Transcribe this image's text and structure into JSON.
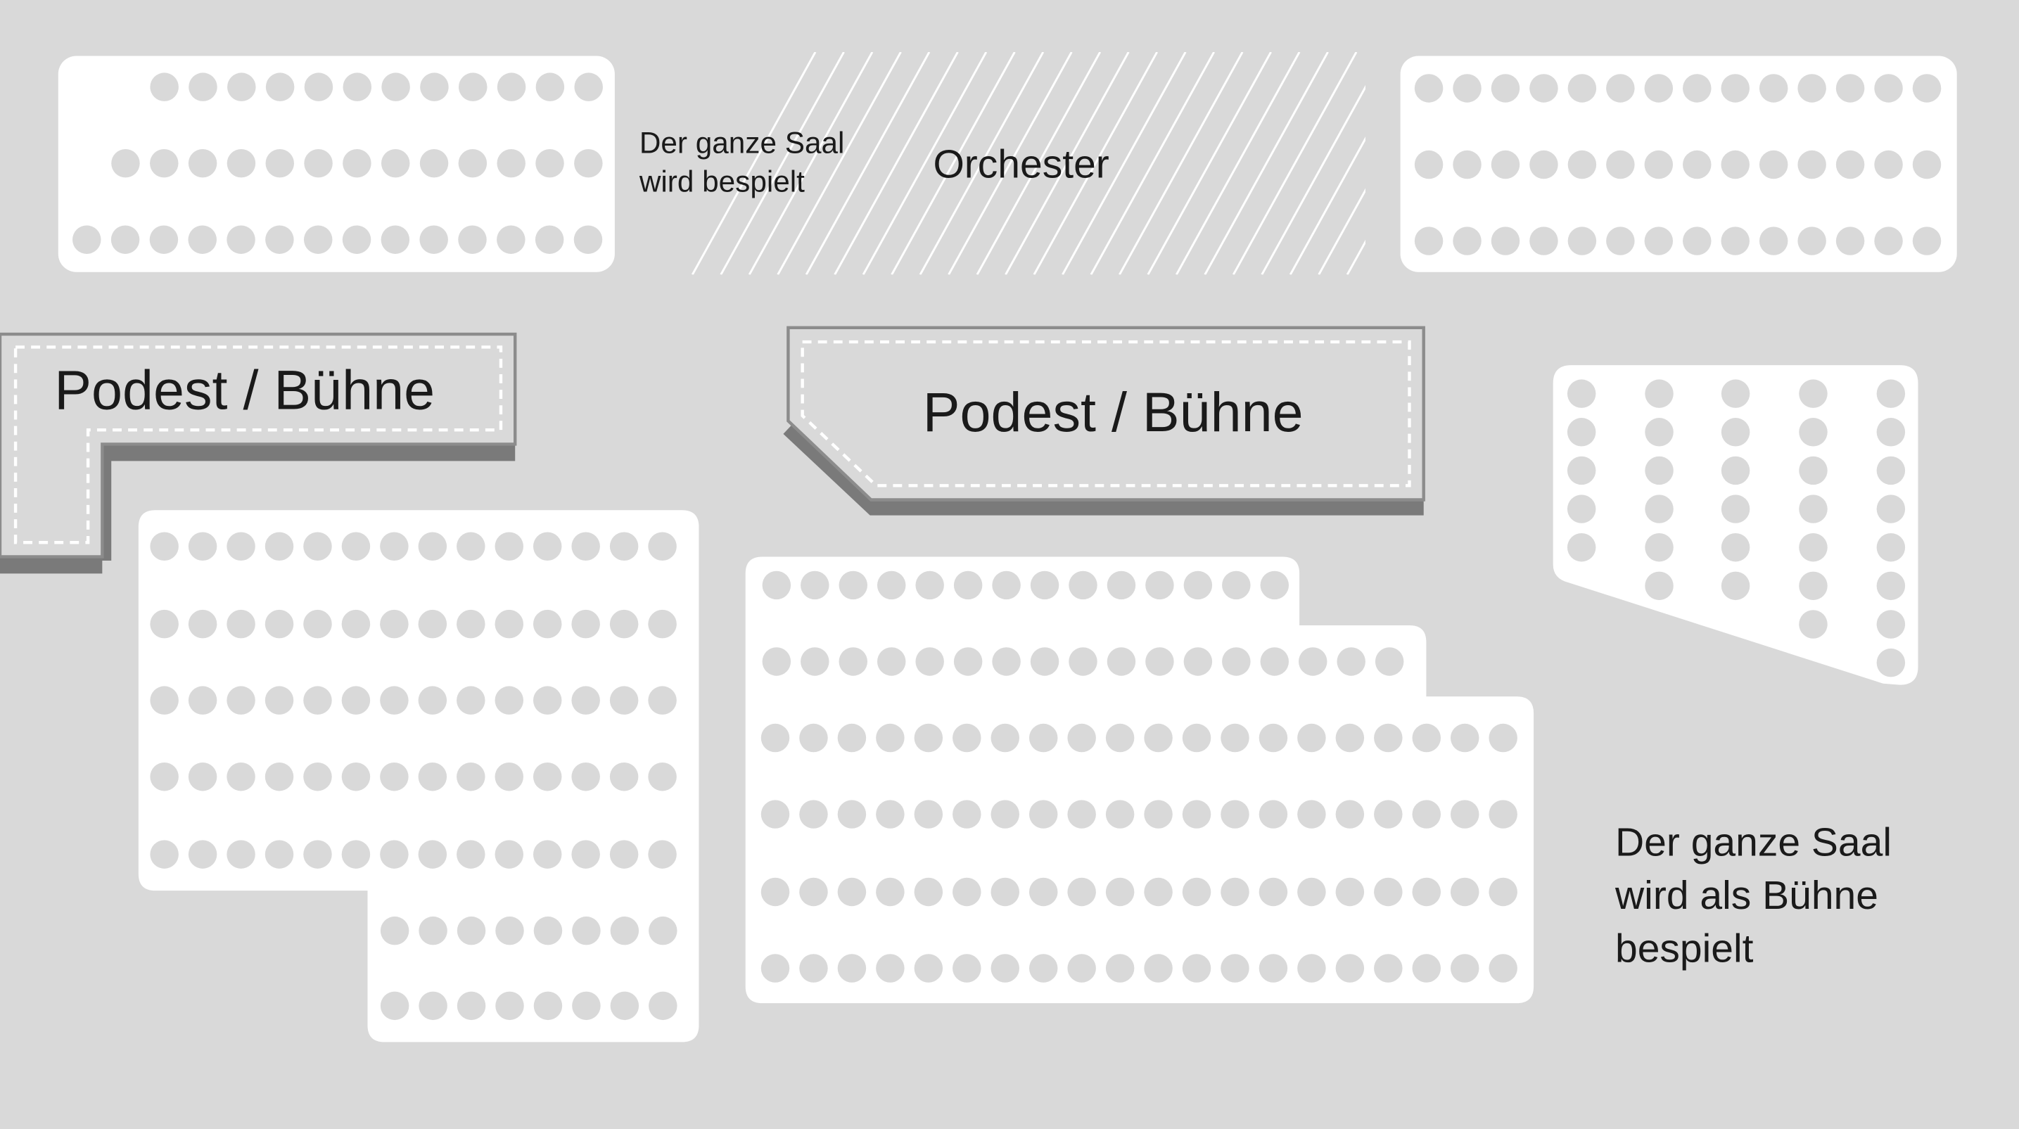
{
  "labels": {
    "orchestra_note": [
      "Der ganze Saal",
      "wird bespielt"
    ],
    "orchestra": "Orchester",
    "stage_left": "Podest / Bühne",
    "stage_center": "Podest / Bühne",
    "stage_note": [
      "Der ganze Saal",
      "wird als Bühne",
      "bespielt"
    ]
  },
  "colors": {
    "background": "#d9d9d9",
    "seat_block": "#ffffff",
    "seat": "#d9d9d9",
    "stage_shadow": "#7a7a7a",
    "text": "#1a1a1a"
  }
}
